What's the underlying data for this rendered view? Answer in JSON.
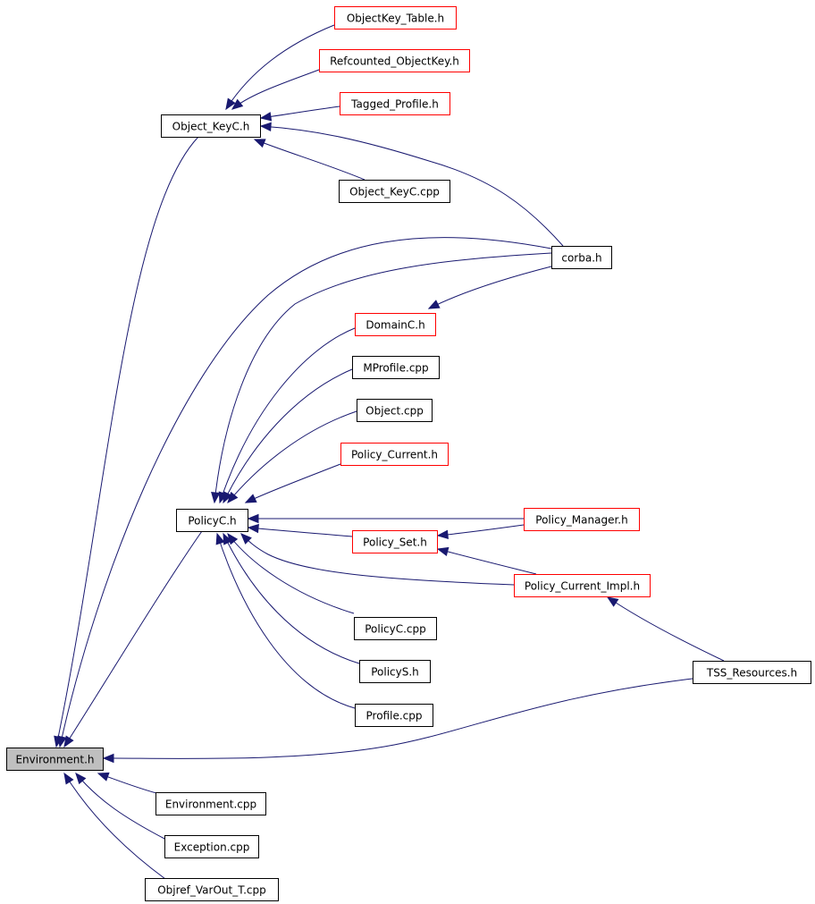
{
  "diagram": {
    "nodes": [
      {
        "id": "environment_h",
        "label": "Environment.h",
        "style": "root"
      },
      {
        "id": "objectkey_table_h",
        "label": "ObjectKey_Table.h",
        "style": "red"
      },
      {
        "id": "refcounted_objectkey_h",
        "label": "Refcounted_ObjectKey.h",
        "style": "red"
      },
      {
        "id": "tagged_profile_h",
        "label": "Tagged_Profile.h",
        "style": "red"
      },
      {
        "id": "object_keyc_h",
        "label": "Object_KeyC.h",
        "style": "black"
      },
      {
        "id": "object_keyc_cpp",
        "label": "Object_KeyC.cpp",
        "style": "black"
      },
      {
        "id": "corba_h",
        "label": "corba.h",
        "style": "black"
      },
      {
        "id": "domainc_h",
        "label": "DomainC.h",
        "style": "red"
      },
      {
        "id": "mprofile_cpp",
        "label": "MProfile.cpp",
        "style": "black"
      },
      {
        "id": "object_cpp",
        "label": "Object.cpp",
        "style": "black"
      },
      {
        "id": "policy_current_h",
        "label": "Policy_Current.h",
        "style": "red"
      },
      {
        "id": "policyc_h",
        "label": "PolicyC.h",
        "style": "black"
      },
      {
        "id": "policy_manager_h",
        "label": "Policy_Manager.h",
        "style": "red"
      },
      {
        "id": "policy_set_h",
        "label": "Policy_Set.h",
        "style": "red"
      },
      {
        "id": "policy_current_impl_h",
        "label": "Policy_Current_Impl.h",
        "style": "red"
      },
      {
        "id": "policyc_cpp",
        "label": "PolicyC.cpp",
        "style": "black"
      },
      {
        "id": "policys_h",
        "label": "PolicyS.h",
        "style": "black"
      },
      {
        "id": "tss_resources_h",
        "label": "TSS_Resources.h",
        "style": "black"
      },
      {
        "id": "profile_cpp",
        "label": "Profile.cpp",
        "style": "black"
      },
      {
        "id": "environment_cpp",
        "label": "Environment.cpp",
        "style": "black"
      },
      {
        "id": "exception_cpp",
        "label": "Exception.cpp",
        "style": "black"
      },
      {
        "id": "objref_varout_t_cpp",
        "label": "Objref_VarOut_T.cpp",
        "style": "black"
      }
    ],
    "edges": [
      {
        "from": "object_keyc_h",
        "to": "environment_h"
      },
      {
        "from": "corba_h",
        "to": "environment_h"
      },
      {
        "from": "policyc_h",
        "to": "environment_h"
      },
      {
        "from": "tss_resources_h",
        "to": "environment_h"
      },
      {
        "from": "environment_cpp",
        "to": "environment_h"
      },
      {
        "from": "exception_cpp",
        "to": "environment_h"
      },
      {
        "from": "objref_varout_t_cpp",
        "to": "environment_h"
      },
      {
        "from": "objectkey_table_h",
        "to": "object_keyc_h"
      },
      {
        "from": "refcounted_objectkey_h",
        "to": "object_keyc_h"
      },
      {
        "from": "tagged_profile_h",
        "to": "object_keyc_h"
      },
      {
        "from": "corba_h",
        "to": "object_keyc_h"
      },
      {
        "from": "object_keyc_cpp",
        "to": "object_keyc_h"
      },
      {
        "from": "corba_h",
        "to": "policyc_h"
      },
      {
        "from": "domainc_h",
        "to": "policyc_h"
      },
      {
        "from": "mprofile_cpp",
        "to": "policyc_h"
      },
      {
        "from": "object_cpp",
        "to": "policyc_h"
      },
      {
        "from": "policy_current_h",
        "to": "policyc_h"
      },
      {
        "from": "policy_manager_h",
        "to": "policyc_h"
      },
      {
        "from": "policy_set_h",
        "to": "policyc_h"
      },
      {
        "from": "policy_current_impl_h",
        "to": "policyc_h"
      },
      {
        "from": "policyc_cpp",
        "to": "policyc_h"
      },
      {
        "from": "policys_h",
        "to": "policyc_h"
      },
      {
        "from": "profile_cpp",
        "to": "policyc_h"
      },
      {
        "from": "corba_h",
        "to": "domainc_h"
      },
      {
        "from": "policy_manager_h",
        "to": "policy_set_h"
      },
      {
        "from": "policy_current_impl_h",
        "to": "policy_set_h"
      },
      {
        "from": "tss_resources_h",
        "to": "policy_current_impl_h"
      }
    ]
  },
  "colors": {
    "edge": "#191970",
    "node_border_default": "#000000",
    "node_border_red": "#ff0000",
    "root_fill": "#bfbfbf",
    "background": "#ffffff"
  }
}
